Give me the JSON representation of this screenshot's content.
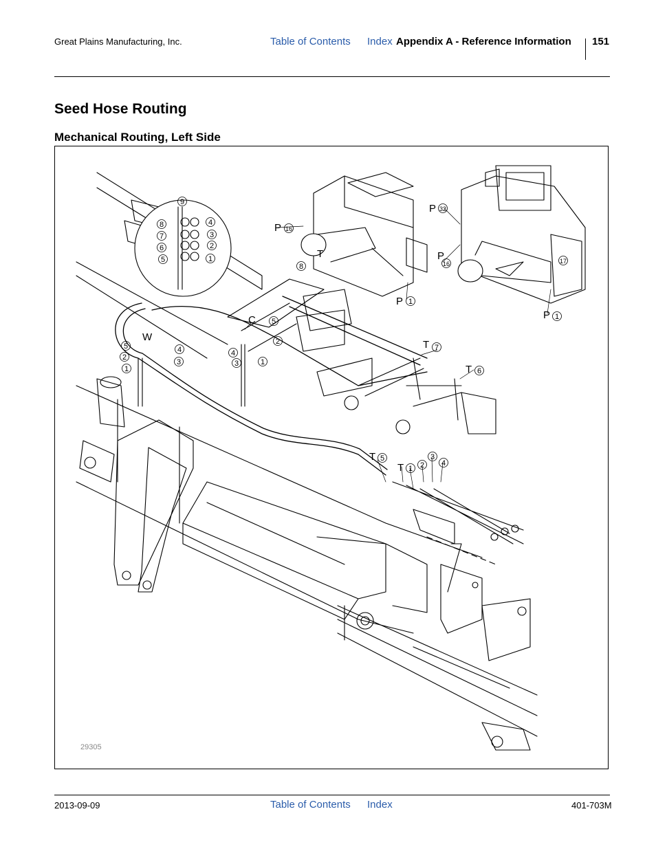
{
  "header": {
    "company": "Great Plains Manufacturing, Inc.",
    "toc_link": "Table of Contents",
    "index_link": "Index",
    "section": "Appendix A - Reference Information",
    "page_number": "151"
  },
  "title": "Seed Hose Routing",
  "subtitle": "Mechanical Routing, Left Side",
  "figure": {
    "figure_number": "29305",
    "callouts": {
      "inset_9": "9",
      "inset_8": "8",
      "inset_7": "7",
      "inset_6": "6",
      "inset_5": "5",
      "inset_4": "4",
      "inset_3": "3",
      "inset_2": "2",
      "inset_1": "1",
      "p16_letter": "P",
      "p16_num": "16",
      "t_letter": "T",
      "c8": "8",
      "p1_letter": "P",
      "p1_num": "1",
      "c_letter": "C",
      "c5": "5",
      "c2": "2",
      "c4": "4",
      "c3": "3",
      "c1": "1",
      "w_letter": "W",
      "w5": "5",
      "w4": "4",
      "w2": "2",
      "w3": "3",
      "w1": "1",
      "t7_letter": "T",
      "t7_num": "7",
      "t6_letter": "T",
      "t6_num": "6",
      "t5_letter": "T",
      "t5_num": "5",
      "t1_letter": "T",
      "t1_num": "1",
      "r2": "2",
      "r3": "3",
      "r4": "4",
      "p32_letter": "P",
      "p32_num": "32",
      "p16b_letter": "P",
      "p16b_num": "16",
      "n17": "17",
      "p1b_letter": "P",
      "p1b_num": "1"
    }
  },
  "footer": {
    "date": "2013-09-09",
    "toc_link": "Table of Contents",
    "index_link": "Index",
    "doc_number": "401-703M"
  }
}
